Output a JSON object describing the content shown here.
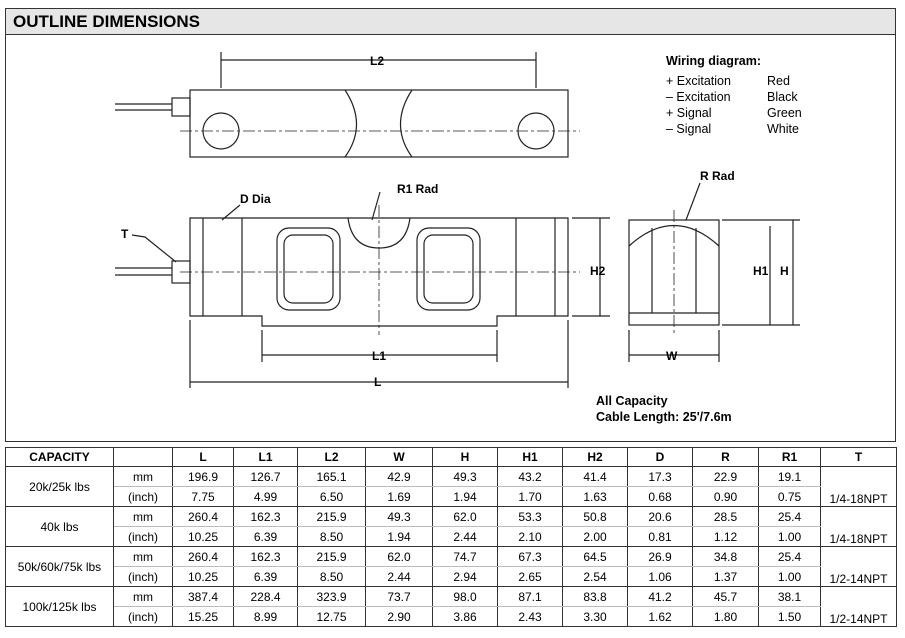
{
  "title": "OUTLINE DIMENSIONS",
  "wiring": {
    "title": "Wiring diagram:",
    "rows": [
      {
        "signal": "+ Excitation",
        "color": "Red"
      },
      {
        "signal": "– Excitation",
        "color": "Black"
      },
      {
        "signal": "+ Signal",
        "color": "Green"
      },
      {
        "signal": "– Signal",
        "color": "White"
      }
    ]
  },
  "labels": {
    "L2": "L2",
    "D": "D Dia",
    "R1": "R1 Rad",
    "R": "R Rad",
    "T": "T",
    "H2": "H2",
    "H1": "H1",
    "H": "H",
    "L1": "L1",
    "L": "L",
    "W": "W"
  },
  "cable": {
    "line1": "All Capacity",
    "line2": "Cable Length: 25'/7.6m"
  },
  "table": {
    "headers": [
      "CAPACITY",
      "",
      "L",
      "L1",
      "L2",
      "W",
      "H",
      "H1",
      "H2",
      "D",
      "R",
      "R1",
      "T"
    ],
    "groups": [
      {
        "capacity": "20k/25k lbs",
        "T": "1/4-18NPT",
        "mm": [
          "196.9",
          "126.7",
          "165.1",
          "42.9",
          "49.3",
          "43.2",
          "41.4",
          "17.3",
          "22.9",
          "19.1"
        ],
        "inch": [
          "7.75",
          "4.99",
          "6.50",
          "1.69",
          "1.94",
          "1.70",
          "1.63",
          "0.68",
          "0.90",
          "0.75"
        ]
      },
      {
        "capacity": "40k lbs",
        "T": "1/4-18NPT",
        "mm": [
          "260.4",
          "162.3",
          "215.9",
          "49.3",
          "62.0",
          "53.3",
          "50.8",
          "20.6",
          "28.5",
          "25.4"
        ],
        "inch": [
          "10.25",
          "6.39",
          "8.50",
          "1.94",
          "2.44",
          "2.10",
          "2.00",
          "0.81",
          "1.12",
          "1.00"
        ]
      },
      {
        "capacity": "50k/60k/75k lbs",
        "T": "1/2-14NPT",
        "mm": [
          "260.4",
          "162.3",
          "215.9",
          "62.0",
          "74.7",
          "67.3",
          "64.5",
          "26.9",
          "34.8",
          "25.4"
        ],
        "inch": [
          "10.25",
          "6.39",
          "8.50",
          "2.44",
          "2.94",
          "2.65",
          "2.54",
          "1.06",
          "1.37",
          "1.00"
        ]
      },
      {
        "capacity": "100k/125k lbs",
        "T": "1/2-14NPT",
        "mm": [
          "387.4",
          "228.4",
          "323.9",
          "73.7",
          "98.0",
          "87.1",
          "83.8",
          "41.2",
          "45.7",
          "38.1"
        ],
        "inch": [
          "15.25",
          "8.99",
          "12.75",
          "2.90",
          "3.86",
          "2.43",
          "3.30",
          "1.62",
          "1.80",
          "1.50"
        ]
      }
    ],
    "unit_mm": "mm",
    "unit_inch": "(inch)"
  }
}
